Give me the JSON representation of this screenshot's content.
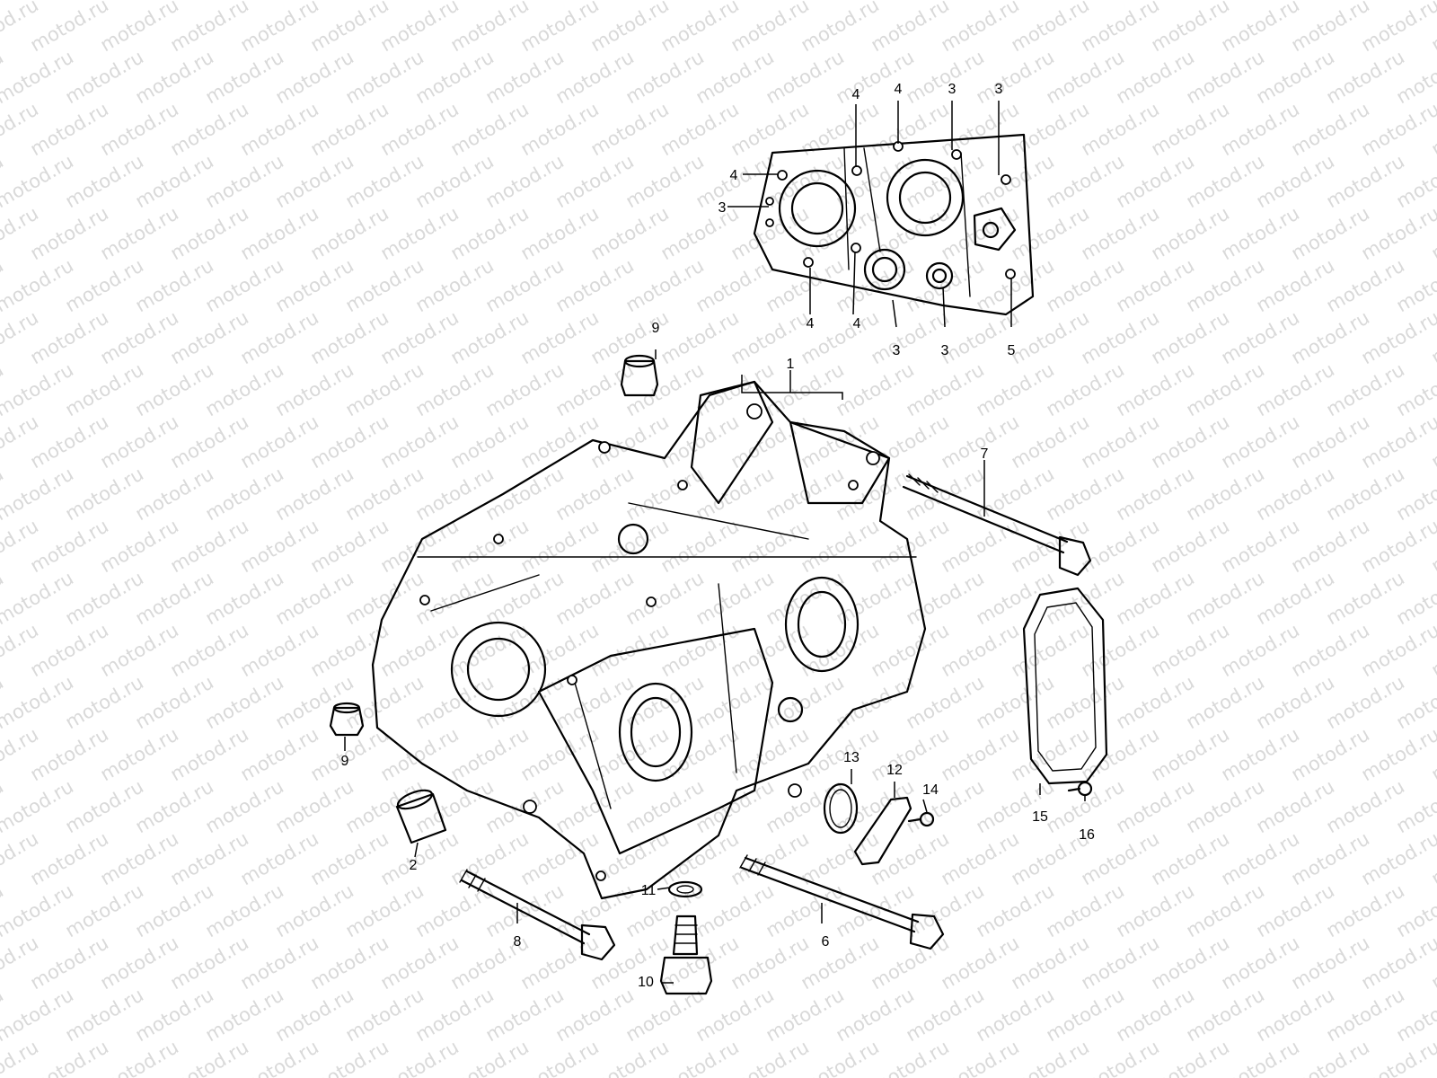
{
  "watermark": {
    "text": "motod.ru"
  },
  "callouts": {
    "c1": "1",
    "c2": "2",
    "c3a": "3",
    "c3b": "3",
    "c3c": "3",
    "c3d": "3",
    "c3e": "3",
    "c4a": "4",
    "c4b": "4",
    "c4c": "4",
    "c4d": "4",
    "c4e": "4",
    "c5": "5",
    "c6": "6",
    "c7": "7",
    "c8": "8",
    "c9a": "9",
    "c9b": "9",
    "c10": "10",
    "c11": "11",
    "c12": "12",
    "c13": "13",
    "c14": "14",
    "c15": "15",
    "c16": "16"
  },
  "colors": {
    "line": "#000000",
    "watermark": "#d9d9d9",
    "background": "#ffffff"
  }
}
